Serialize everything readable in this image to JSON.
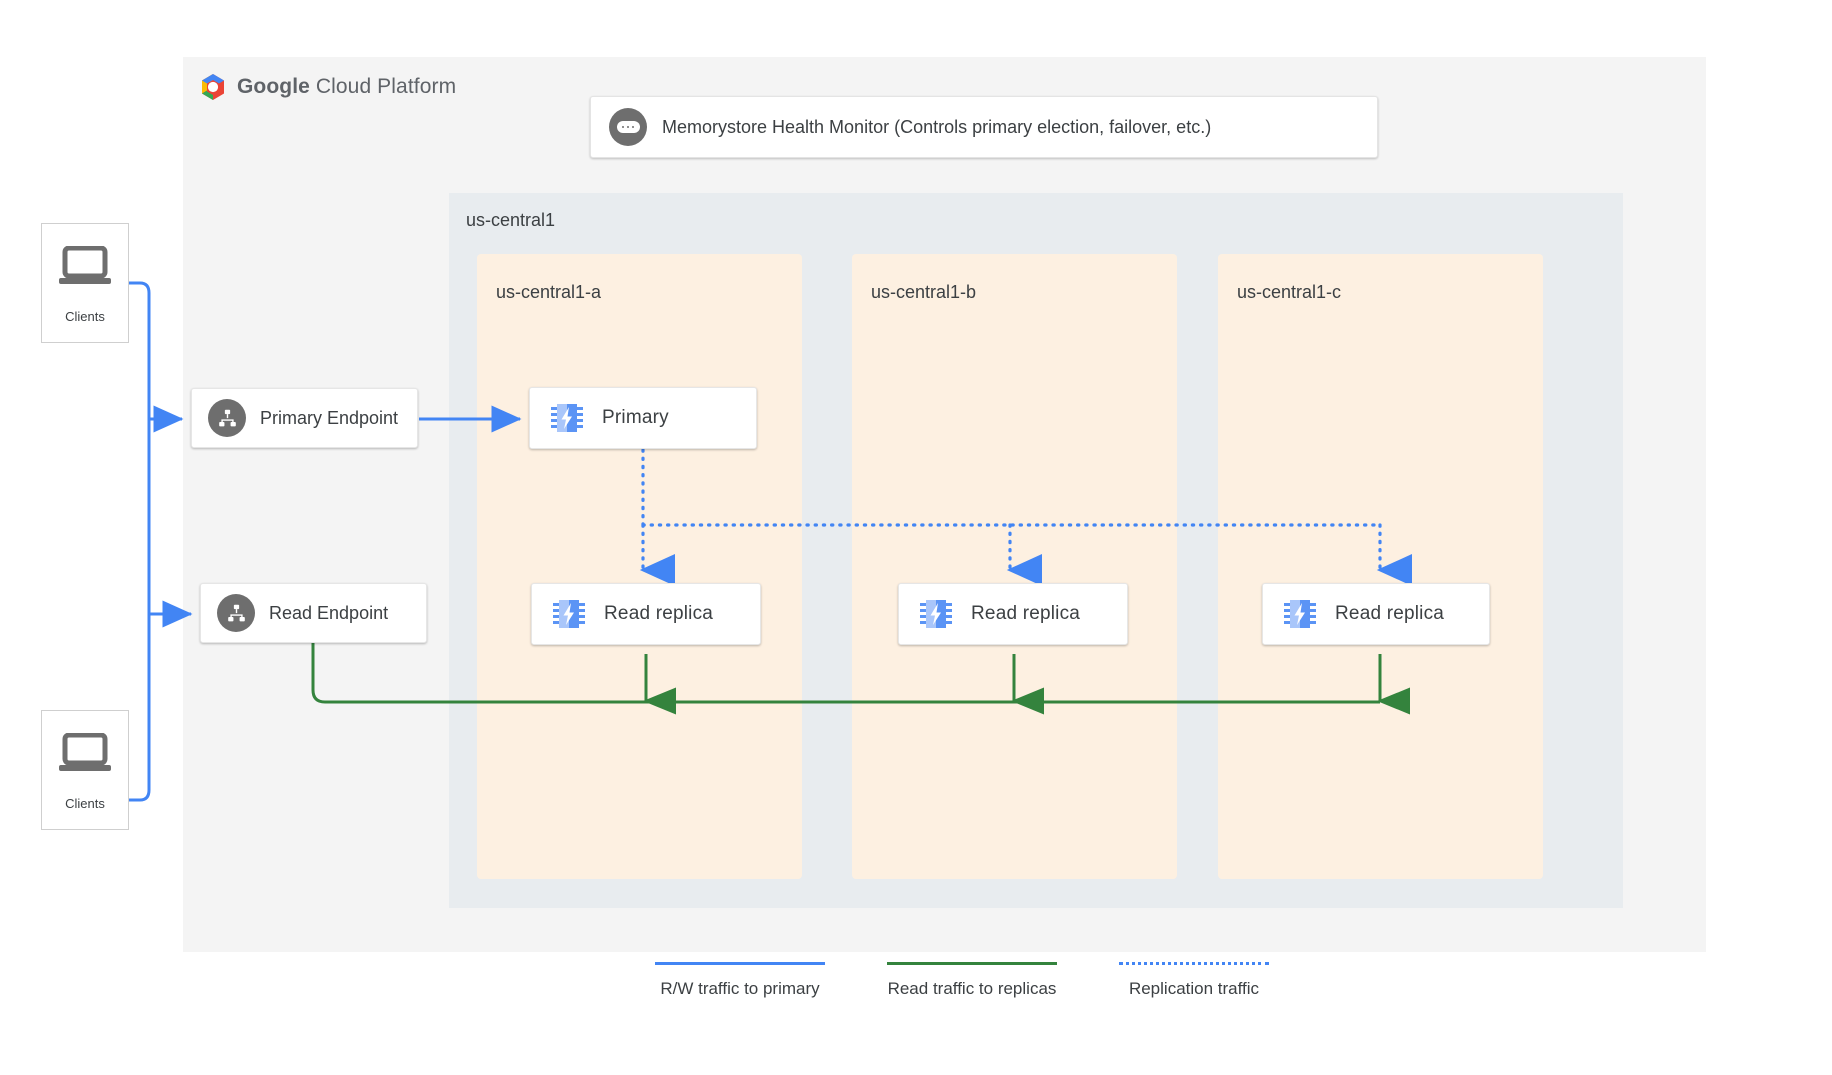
{
  "brand": {
    "logo_icon": "google-cloud-hexagon-logo",
    "word_bold": "Google",
    "word_rest": " Cloud Platform"
  },
  "health_monitor": {
    "icon": "monitor-dots-icon",
    "label": "Memorystore Health Monitor (Controls primary election, failover, etc.)"
  },
  "region": {
    "label": "us-central1",
    "zones": [
      {
        "label": "us-central1-a"
      },
      {
        "label": "us-central1-b"
      },
      {
        "label": "us-central1-c"
      }
    ]
  },
  "endpoints": [
    {
      "icon": "hierarchy-endpoint-icon",
      "label": "Primary Endpoint"
    },
    {
      "icon": "hierarchy-endpoint-icon",
      "label": "Read Endpoint"
    }
  ],
  "nodes": {
    "primary": {
      "icon": "memorystore-chip-icon",
      "label": "Primary"
    },
    "replica_a": {
      "icon": "memorystore-chip-icon",
      "label": "Read replica"
    },
    "replica_b": {
      "icon": "memorystore-chip-icon",
      "label": "Read replica"
    },
    "replica_c": {
      "icon": "memorystore-chip-icon",
      "label": "Read replica"
    }
  },
  "clients": [
    {
      "icon": "laptop-icon",
      "label": "Clients"
    },
    {
      "icon": "laptop-icon",
      "label": "Clients"
    }
  ],
  "legend": [
    {
      "style": "solid",
      "color": "#4285f4",
      "label": "R/W traffic to primary"
    },
    {
      "style": "solid",
      "color": "#34833d",
      "label": "Read traffic to replicas"
    },
    {
      "style": "dotted",
      "color": "#4285f4",
      "label": "Replication traffic"
    }
  ],
  "colors": {
    "panel": "#f4f4f4",
    "region": "#e8ecef",
    "zone": "#fdf0e1",
    "blue": "#4285f4",
    "green": "#34833d",
    "gray_icon": "#6e6e6e"
  }
}
